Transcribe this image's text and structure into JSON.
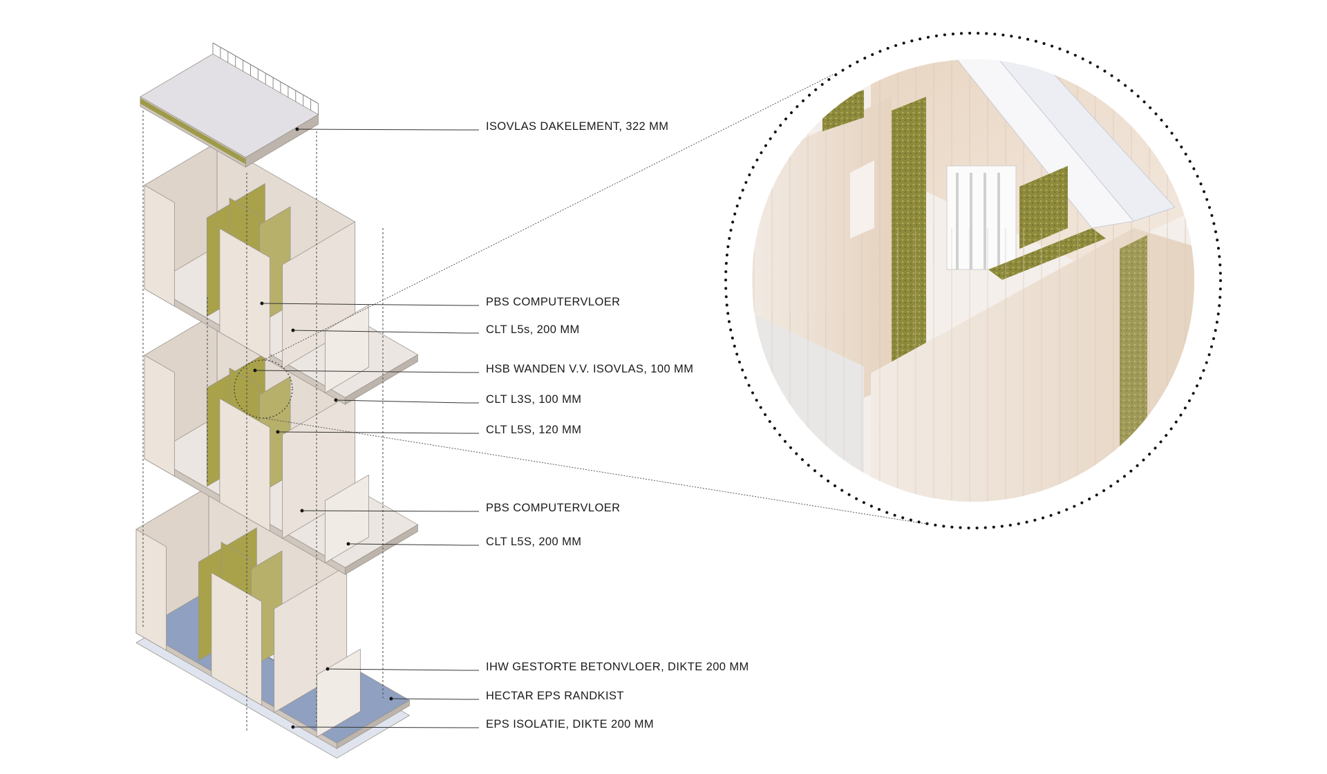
{
  "labels": [
    {
      "text": "ISOVLAS DAKELEMENT, 322 MM"
    },
    {
      "text": "PBS COMPUTERVLOER"
    },
    {
      "text": "CLT L5s, 200 MM"
    },
    {
      "text": "HSB WANDEN V.V. ISOVLAS, 100 MM"
    },
    {
      "text": "CLT L3S, 100 MM"
    },
    {
      "text": "CLT L5S, 120 MM"
    },
    {
      "text": "PBS COMPUTERVLOER"
    },
    {
      "text": "CLT L5S, 200 MM"
    },
    {
      "text": "IHW GESTORTE BETONVLOER, DIKTE 200 MM"
    },
    {
      "text": "HECTAR EPS RANDKIST"
    },
    {
      "text": "EPS ISOLATIE, DIKTE 200 MM"
    }
  ],
  "colors": {
    "wood": "#ece3da",
    "wood_dark": "#d9cbbd",
    "insulation": "#a9a24a",
    "concrete": "#8fa0c0",
    "line": "#333333"
  }
}
